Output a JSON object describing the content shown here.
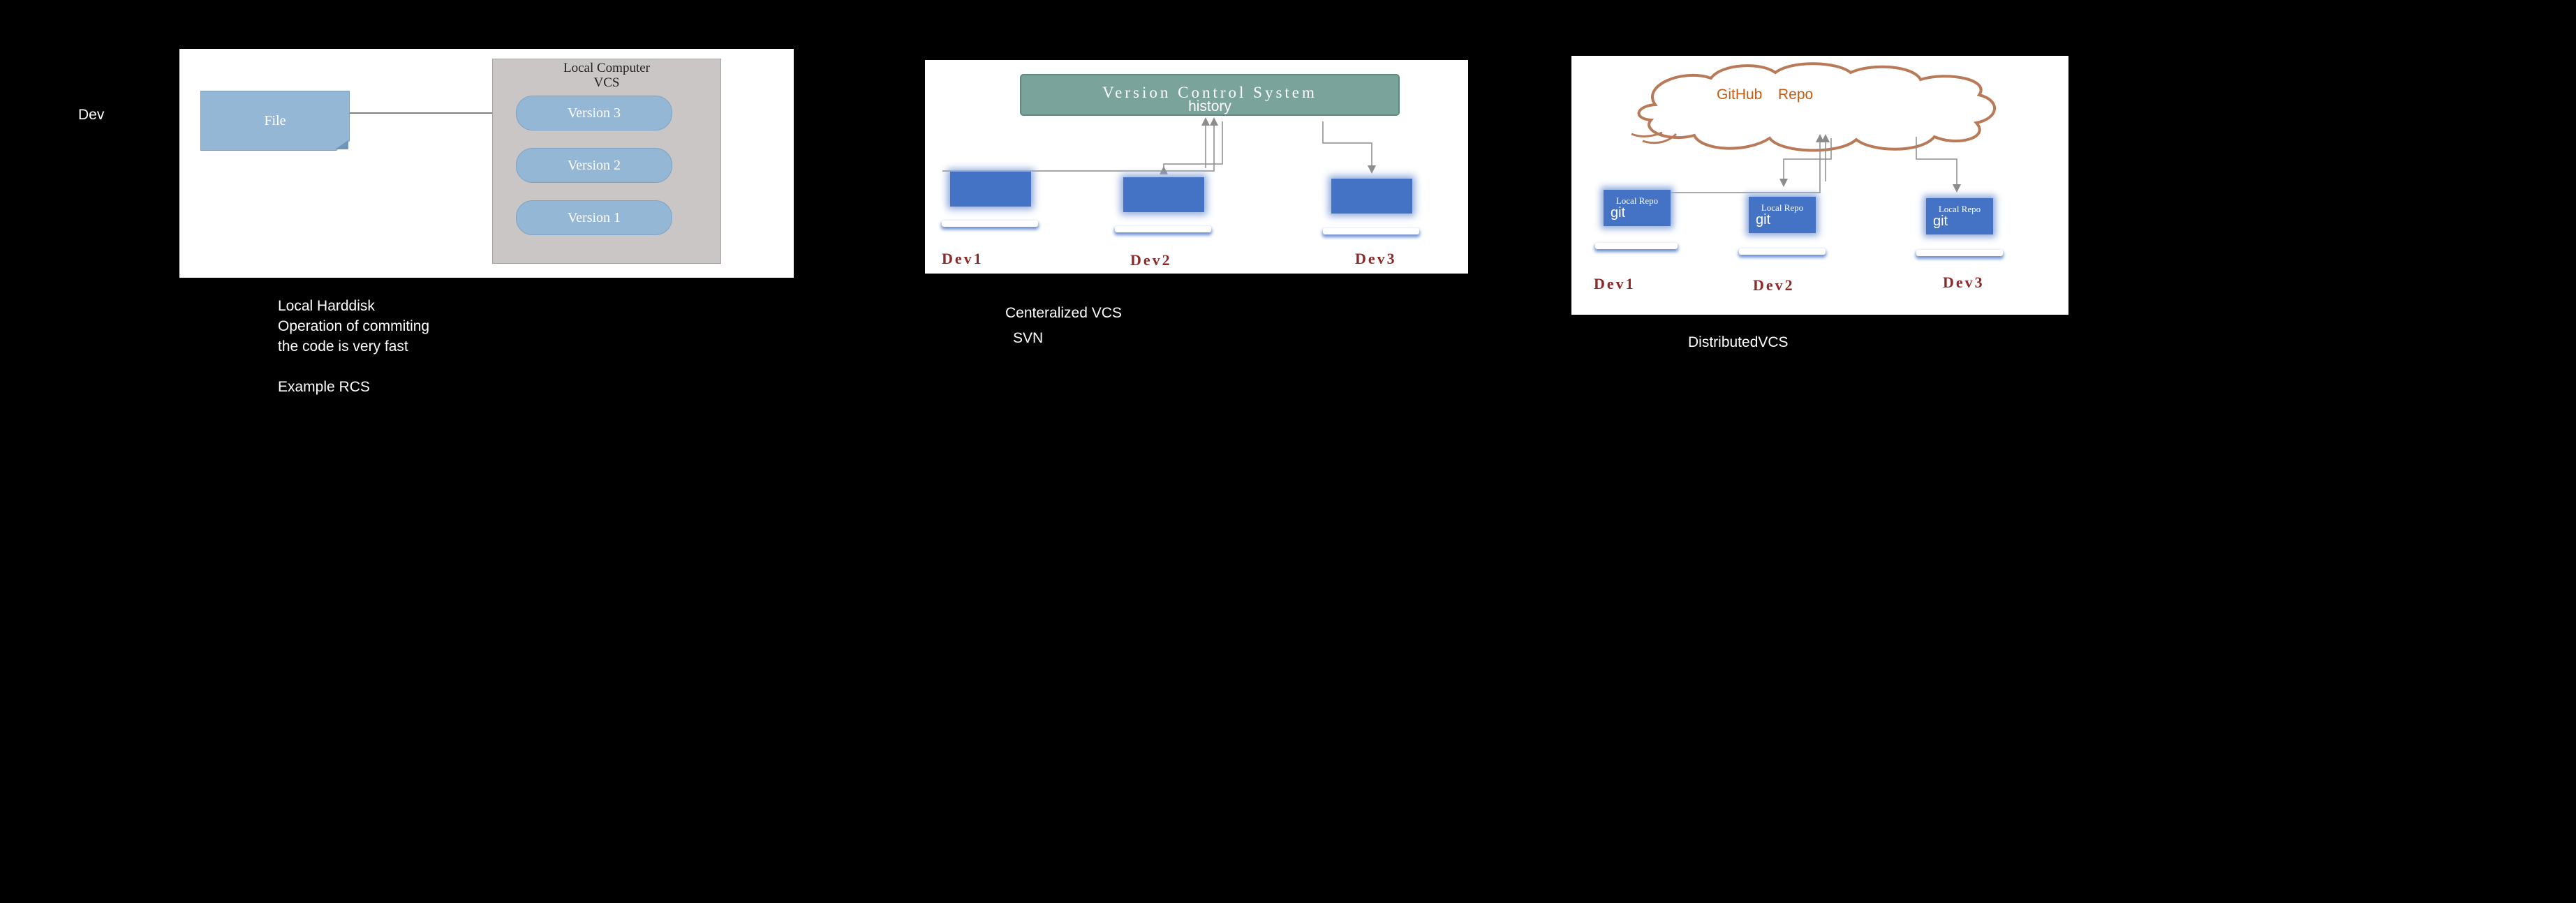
{
  "slide": {
    "dev_label": "Dev",
    "local_caption_lines": [
      "Local Harddisk",
      "Operation of commiting",
      "the code is very fast",
      "",
      "Example RCS"
    ],
    "central_caption_lines": [
      "Centeralized VCS",
      "SVN"
    ],
    "distributed_caption": "DistributedVCS"
  },
  "local_vcs": {
    "file_label": "File",
    "box_title_lines": [
      "Local Computer",
      "VCS"
    ],
    "versions": [
      "Version 3",
      "Version 2",
      "Version 1"
    ]
  },
  "central_vcs": {
    "bar_title": "Version Control System",
    "bar_subtitle": "history",
    "devs": [
      "Dev1",
      "Dev2",
      "Dev3"
    ]
  },
  "distributed_vcs": {
    "cloud_labels": [
      "GitHub",
      "Repo"
    ],
    "repo_title": "Local Repo",
    "repo_sub": "git",
    "devs": [
      "Dev1",
      "Dev2",
      "Dev3"
    ]
  },
  "colors": {
    "background": "#000000",
    "panel": "#ffffff",
    "light_blue": "#95b7d6",
    "teal": "#7aa39b",
    "laptop_blue": "#4472c4",
    "dev_red": "#8b2a2a",
    "cloud_brown": "#b87a58",
    "cloud_text": "#c55a11"
  }
}
